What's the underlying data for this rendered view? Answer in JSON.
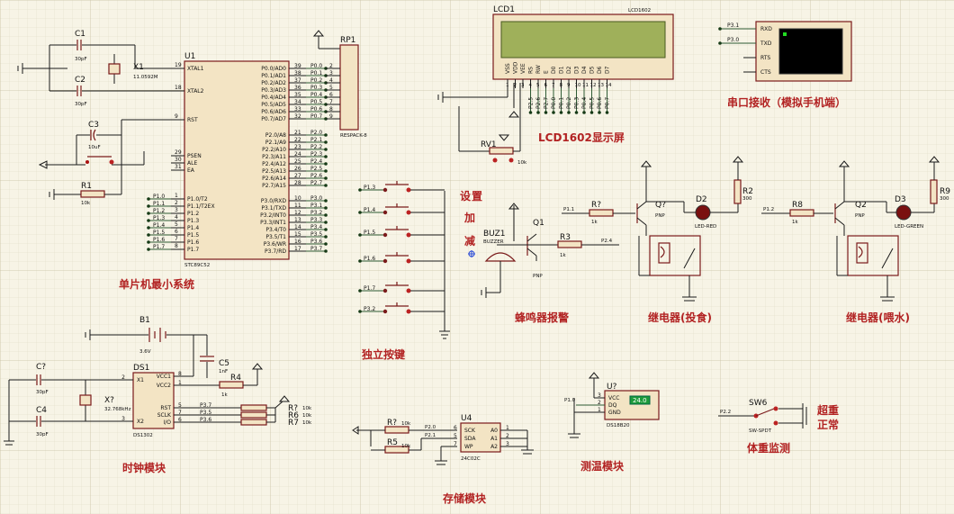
{
  "section_titles": {
    "mcu": "单片机最小系统",
    "keys": "独立按键",
    "lcd": "LCD1602显示屏",
    "serial": "串口接收（模拟手机端）",
    "buzzer": "蜂鸣器报警",
    "relay_feed": "继电器(投食)",
    "relay_water": "继电器(喂水)",
    "clock": "时钟模块",
    "storage": "存储模块",
    "temp": "测温模块",
    "weight": "体重监测",
    "key_set": "设",
    "key_set2": "置",
    "key_add": "加",
    "key_sub": "减",
    "over": "超重",
    "normal": "正常"
  },
  "mcu": {
    "ref": "U1",
    "part": "STC89C52",
    "left_pins": [
      {
        "num": "19",
        "name": "XTAL1"
      },
      {
        "num": "18",
        "name": "XTAL2"
      },
      {
        "num": "9",
        "name": "RST"
      },
      {
        "num": "29",
        "name": "PSEN"
      },
      {
        "num": "30",
        "name": "ALE"
      },
      {
        "num": "31",
        "name": "EA"
      },
      {
        "num": "1",
        "name": "P1.0"
      },
      {
        "num": "2",
        "name": "P1.1"
      },
      {
        "num": "3",
        "name": "P1.2"
      },
      {
        "num": "4",
        "name": "P1.3"
      },
      {
        "num": "5",
        "name": "P1.4"
      },
      {
        "num": "6",
        "name": "P1.5"
      },
      {
        "num": "7",
        "name": "P1.6"
      },
      {
        "num": "8",
        "name": "P1.7"
      }
    ],
    "left_inner": [
      "XTAL1",
      "XTAL2",
      "RST",
      "PSEN",
      "ALE",
      "EA",
      "P1.0/T2",
      "P1.1/T2EX",
      "P1.2",
      "P1.3",
      "P1.4",
      "P1.5",
      "P1.6",
      "P1.7"
    ],
    "left_net": [
      "P1.0",
      "P1.1",
      "P1.2",
      "P1.3",
      "P1.4",
      "P1.5",
      "P1.6",
      "P1.7"
    ],
    "right_pins": [
      {
        "num": "39",
        "name": "P0.0/AD0",
        "net": "P0.0"
      },
      {
        "num": "38",
        "name": "P0.1/AD1",
        "net": "P0.1"
      },
      {
        "num": "37",
        "name": "P0.2/AD2",
        "net": "P0.2"
      },
      {
        "num": "36",
        "name": "P0.3/AD3",
        "net": "P0.3"
      },
      {
        "num": "35",
        "name": "P0.4/AD4",
        "net": "P0.4"
      },
      {
        "num": "34",
        "name": "P0.5/AD5",
        "net": "P0.5"
      },
      {
        "num": "33",
        "name": "P0.6/AD6",
        "net": "P0.6"
      },
      {
        "num": "32",
        "name": "P0.7/AD7",
        "net": "P0.7"
      },
      {
        "num": "21",
        "name": "P2.0/A8",
        "net": "P2.0"
      },
      {
        "num": "22",
        "name": "P2.1/A9",
        "net": "P2.1"
      },
      {
        "num": "23",
        "name": "P2.2/A10",
        "net": "P2.2"
      },
      {
        "num": "24",
        "name": "P2.3/A11",
        "net": "P2.3"
      },
      {
        "num": "25",
        "name": "P2.4/A12",
        "net": "P2.4"
      },
      {
        "num": "26",
        "name": "P2.5/A13",
        "net": "P2.5"
      },
      {
        "num": "27",
        "name": "P2.6/A14",
        "net": "P2.6"
      },
      {
        "num": "28",
        "name": "P2.7/A15",
        "net": "P2.7"
      },
      {
        "num": "10",
        "name": "P3.0/RXD",
        "net": "P3.0"
      },
      {
        "num": "11",
        "name": "P3.1/TXD",
        "net": "P3.1"
      },
      {
        "num": "12",
        "name": "P3.2/INT0",
        "net": "P3.2"
      },
      {
        "num": "13",
        "name": "P3.3/INT1",
        "net": "P3.3"
      },
      {
        "num": "14",
        "name": "P3.4/T0",
        "net": "P3.4"
      },
      {
        "num": "15",
        "name": "P3.5/T1",
        "net": "P3.5"
      },
      {
        "num": "16",
        "name": "P3.6/WR",
        "net": "P3.6"
      },
      {
        "num": "17",
        "name": "P3.7/RD",
        "net": "P3.7"
      }
    ]
  },
  "crystal_section": {
    "c1": "C1",
    "c1v": "30pF",
    "c2": "C2",
    "c2v": "30pF",
    "x1": "X1",
    "x1v": "11.0592M",
    "c3": "C3",
    "c3v": "10uF",
    "r1": "R1",
    "r1v": "10k"
  },
  "rp1": {
    "ref": "RP1",
    "part": "RESPACK-8",
    "pins": [
      "2",
      "3",
      "4",
      "5",
      "6",
      "7",
      "8",
      "9"
    ]
  },
  "lcd": {
    "ref": "LCD1",
    "part": "LCD1602",
    "pins": [
      "VSS",
      "VDD",
      "VEE",
      "RS",
      "RW",
      "E",
      "D0",
      "D1",
      "D2",
      "D3",
      "D4",
      "D5",
      "D6",
      "D7"
    ],
    "pin_nums": [
      "1",
      "2",
      "3",
      "4",
      "5",
      "6",
      "7",
      "8",
      "9",
      "10",
      "11",
      "12",
      "13",
      "14"
    ],
    "nets": [
      "P2.5",
      "P2.6",
      "P2.7",
      "P0.0",
      "P0.1",
      "P0.2",
      "P0.3",
      "P0.4",
      "P0.5",
      "P0.6",
      "P0.7"
    ],
    "rv1": "RV1",
    "rv1v": "10k"
  },
  "serial": {
    "pins": [
      "RXD",
      "TXD",
      "RTS",
      "CTS"
    ],
    "nets": [
      "P3.1",
      "P3.0"
    ]
  },
  "keys": {
    "nets": [
      "P1.3",
      "P1.4",
      "P1.5",
      "P1.6",
      "P1.7",
      "P3.2"
    ]
  },
  "buzzer": {
    "ref": "BUZ1",
    "part": "BUZZER",
    "q": "Q1",
    "qtype": "PNP",
    "r": "R3",
    "rv": "1k",
    "net": "P2.4"
  },
  "relay_feed": {
    "r": "R?",
    "rv": "1k",
    "q": "Q?",
    "qtype": "PNP",
    "led": "D2",
    "ledpart": "LED-RED",
    "r2": "R2",
    "r2v": "300",
    "net": "P1.1"
  },
  "relay_water": {
    "r": "R8",
    "rv": "1k",
    "q": "Q2",
    "qtype": "PNP",
    "led": "D3",
    "ledpart": "LED-GREEN",
    "r2": "R9",
    "r2v": "300",
    "net": "P1.2"
  },
  "clock": {
    "b1": "B1",
    "b1v": "3.6V",
    "c5": "C5",
    "c5v": "1nF",
    "ds": "DS1",
    "dspart": "DS1302",
    "cq": "C?",
    "cqv": "30pF",
    "c4": "C4",
    "c4v": "30pF",
    "xq": "X?",
    "xqv": "32.768kHz",
    "r4": "R4",
    "r4v": "1k",
    "left_pins": [
      {
        "num": "2",
        "name": "X1"
      },
      {
        "num": "3",
        "name": "X2"
      }
    ],
    "right_pins": [
      {
        "num": "8",
        "name": "VCC1"
      },
      {
        "num": "1",
        "name": "VCC2"
      },
      {
        "num": "5",
        "name": "RST"
      },
      {
        "num": "7",
        "name": "SCLK"
      },
      {
        "num": "6",
        "name": "I/O"
      }
    ],
    "nets": [
      "P3.7",
      "P3.5",
      "P3.6"
    ],
    "rs": [
      {
        "ref": "R?",
        "val": "10k"
      },
      {
        "ref": "R6",
        "val": "10k"
      },
      {
        "ref": "R7",
        "val": "10k"
      }
    ]
  },
  "storage": {
    "u": "U4",
    "part": "24C02C",
    "r1": "R?",
    "r1v": "10k",
    "r2": "R5",
    "r2v": "10k",
    "nets": [
      "P2.0",
      "P2.1"
    ],
    "left_pins": [
      {
        "num": "6",
        "name": "SCK"
      },
      {
        "num": "5",
        "name": "SDA"
      },
      {
        "num": "7",
        "name": "WP"
      }
    ],
    "right_pins": [
      {
        "num": "1",
        "name": "A0"
      },
      {
        "num": "2",
        "name": "A1"
      },
      {
        "num": "3",
        "name": "A2"
      }
    ]
  },
  "temp": {
    "u": "U?",
    "part": "DS18B20",
    "net": "P1.0",
    "display": "24.0",
    "pins": [
      {
        "num": "3",
        "name": "VCC"
      },
      {
        "num": "2",
        "name": "DQ"
      },
      {
        "num": "1",
        "name": "GND"
      }
    ]
  },
  "weight": {
    "sw": "SW6",
    "part": "SW-SPDT",
    "net": "P2.2"
  }
}
